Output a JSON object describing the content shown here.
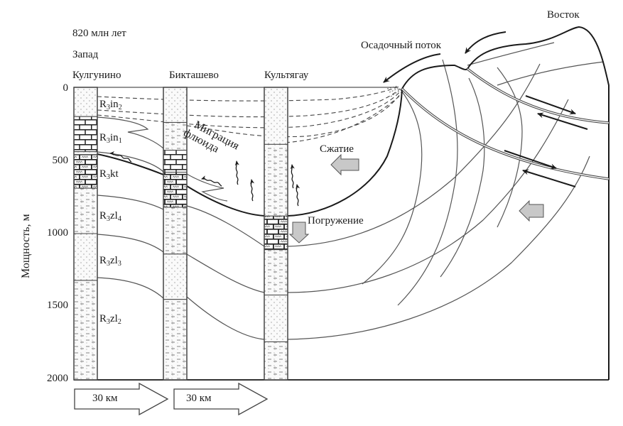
{
  "header": {
    "age": "820 млн лет",
    "west": "Запад",
    "east": "Восток"
  },
  "wells": [
    {
      "name": "Кулгунино"
    },
    {
      "name": "Бикташево"
    },
    {
      "name": "Культягау"
    }
  ],
  "axis": {
    "label": "Мощность, м",
    "ticks": [
      "0",
      "500",
      "1000",
      "1500",
      "2000"
    ],
    "range": [
      0,
      2000
    ]
  },
  "formations": [
    {
      "base": "R",
      "sub1": "3",
      "name": "in",
      "sub2": "2"
    },
    {
      "base": "R",
      "sub1": "3",
      "name": "in",
      "sub2": "1"
    },
    {
      "base": "R",
      "sub1": "3",
      "name": "kt",
      "sub2": ""
    },
    {
      "base": "R",
      "sub1": "3",
      "name": "zl",
      "sub2": "4"
    },
    {
      "base": "R",
      "sub1": "3",
      "name": "zl",
      "sub2": "3"
    },
    {
      "base": "R",
      "sub1": "3",
      "name": "zl",
      "sub2": "2"
    }
  ],
  "annotations": {
    "sediment_flow": "Осадочный поток",
    "fluid_migration_1": "Миграция",
    "fluid_migration_2": "флюида",
    "compression": "Сжатие",
    "subsidence": "Погружение"
  },
  "scale_arrows": [
    {
      "label": "30 км"
    },
    {
      "label": "30 км"
    }
  ],
  "columns": [
    {
      "well": "Кулгунино",
      "layers": [
        {
          "from": 0,
          "to": 200,
          "lith": "sandstone"
        },
        {
          "from": 200,
          "to": 440,
          "lith": "limestone"
        },
        {
          "from": 440,
          "to": 460,
          "lith": "sandstone"
        },
        {
          "from": 460,
          "to": 690,
          "lith": "dolomite"
        },
        {
          "from": 690,
          "to": 1000,
          "lith": "siltstone"
        },
        {
          "from": 1000,
          "to": 1320,
          "lith": "sandstone"
        },
        {
          "from": 1320,
          "to": 2000,
          "lith": "siltstone"
        }
      ]
    },
    {
      "well": "Бикташево",
      "layers": [
        {
          "from": 0,
          "to": 240,
          "lith": "sandstone"
        },
        {
          "from": 240,
          "to": 430,
          "lith": "siltstone"
        },
        {
          "from": 430,
          "to": 580,
          "lith": "limestone"
        },
        {
          "from": 580,
          "to": 820,
          "lith": "dolomite"
        },
        {
          "from": 820,
          "to": 1140,
          "lith": "siltstone"
        },
        {
          "from": 1140,
          "to": 1450,
          "lith": "sandstone"
        },
        {
          "from": 1450,
          "to": 2000,
          "lith": "siltstone"
        }
      ]
    },
    {
      "well": "Культягау",
      "layers": [
        {
          "from": 0,
          "to": 390,
          "lith": "sandstone"
        },
        {
          "from": 390,
          "to": 880,
          "lith": "siltstone"
        },
        {
          "from": 880,
          "to": 1110,
          "lith": "dolomite"
        },
        {
          "from": 1110,
          "to": 1420,
          "lith": "siltstone"
        },
        {
          "from": 1420,
          "to": 1740,
          "lith": "sandstone"
        },
        {
          "from": 1740,
          "to": 2000,
          "lith": "siltstone"
        }
      ]
    }
  ],
  "colors": {
    "line": "#2a2a2a",
    "thin_line": "#555555",
    "arrow_fill": "#c8c8c8"
  }
}
